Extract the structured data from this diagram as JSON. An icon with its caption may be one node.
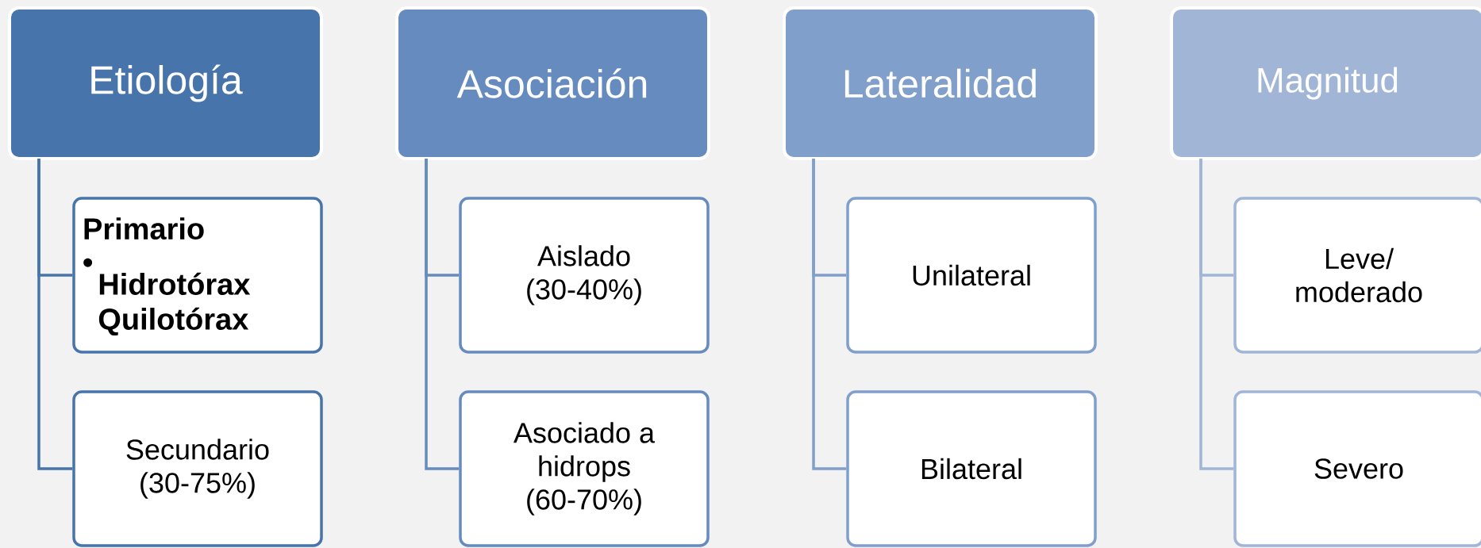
{
  "diagram": {
    "nodes": [
      {
        "text": [
          "Etiología"
        ]
      },
      {
        "text": [
          "Asociación"
        ]
      },
      {
        "text": [
          "Lateralidad"
        ]
      },
      {
        "text": [
          "Magnitud"
        ]
      },
      {
        "text": [
          "Primario",
          "•",
          "Hidrotórax Quilotórax"
        ]
      },
      {
        "text": [
          "Secundario (30-75%)"
        ]
      },
      {
        "text": [
          "Aislado (30-40%)"
        ]
      },
      {
        "text": [
          "Asociado a hidrops (60-70%)"
        ]
      },
      {
        "text": [
          "Unilateral"
        ]
      },
      {
        "text": [
          "Bilateral"
        ]
      },
      {
        "text": [
          "Leve/ moderado"
        ]
      },
      {
        "text": [
          "Severo"
        ]
      }
    ],
    "edges": [
      {
        "from": 0,
        "to": 4,
        "arrow": "none",
        "color": "#4674ab"
      },
      {
        "from": 0,
        "to": 5,
        "arrow": "none",
        "color": "#4674ab"
      },
      {
        "from": 1,
        "to": 6,
        "arrow": "none",
        "color": "#658bbf"
      },
      {
        "from": 1,
        "to": 7,
        "arrow": "none",
        "color": "#658bbf"
      },
      {
        "from": 2,
        "to": 8,
        "arrow": "none",
        "color": "#819fcb"
      },
      {
        "from": 2,
        "to": 9,
        "arrow": "none",
        "color": "#819fcb"
      },
      {
        "from": 3,
        "to": 10,
        "arrow": "none",
        "color": "#a1b5d7"
      },
      {
        "from": 3,
        "to": 11,
        "arrow": "none",
        "color": "#a1b5d7"
      }
    ]
  }
}
